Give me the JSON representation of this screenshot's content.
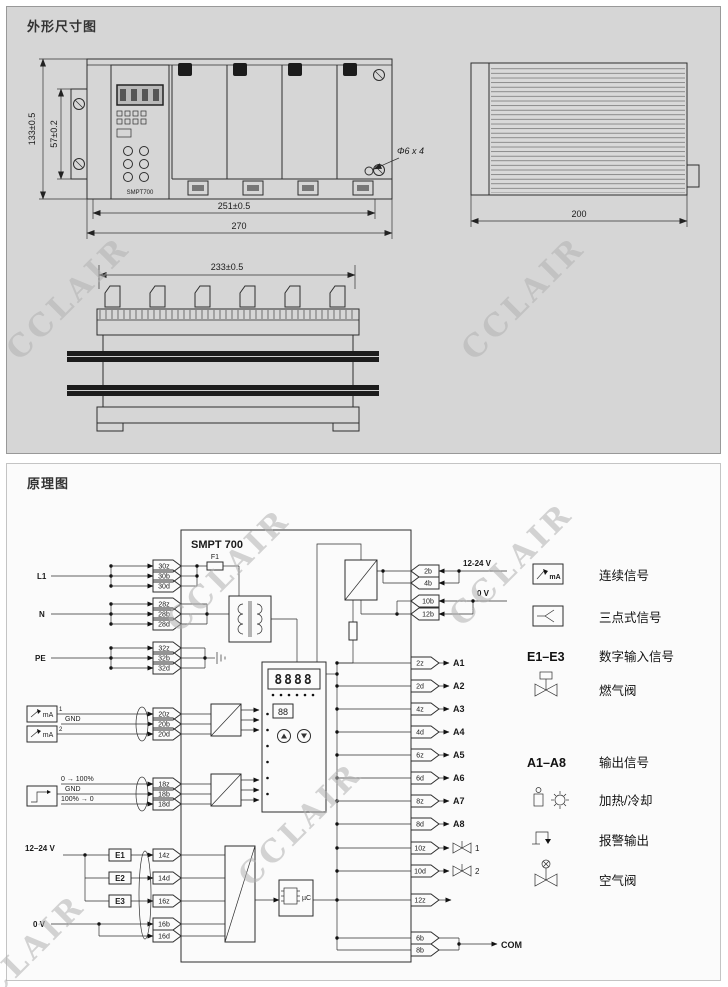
{
  "watermark": "CCLAIR",
  "dim_panel": {
    "title": "外形尺寸图",
    "device_label": "SMPT700",
    "dims": {
      "height": "133±0.5",
      "panel_height": "57±0.2",
      "width_inner": "251±0.5",
      "width_outer": "270",
      "hole_note": "Φ6 x 4",
      "depth": "200",
      "rear_width": "233±0.5"
    }
  },
  "schematic": {
    "title": "原理图",
    "block_title": "SMPT 700",
    "fuse": "F1",
    "labels": {
      "l1": "L1",
      "n": "N",
      "pe": "PE",
      "ma": "mA",
      "ma1_no": "1",
      "ma2_no": "2",
      "gnd1": "GND",
      "gnd2": "GND",
      "range_up": "0 → 100%",
      "range_down": "100% → 0",
      "supply_left": "12–24 V",
      "zero_left": "0 V",
      "e1": "E1",
      "e2": "E2",
      "e3": "E3",
      "supply_right": "12-24 V",
      "zero_right": "0 V",
      "com": "COM",
      "display_main": "8888",
      "display_sub": "88",
      "mcu": "µC"
    },
    "terminals_left": [
      "30z",
      "30b",
      "30d",
      "28z",
      "28b",
      "28d",
      "32z",
      "32b",
      "32d",
      "20z",
      "20b",
      "20d",
      "18z",
      "18b",
      "18d",
      "14z",
      "14d",
      "16z",
      "16b",
      "16d"
    ],
    "terminals_right_top": [
      "2b",
      "4b",
      "10b",
      "12b"
    ],
    "outputs": [
      {
        "t": "2z",
        "label": "A1"
      },
      {
        "t": "2d",
        "label": "A2"
      },
      {
        "t": "4z",
        "label": "A3"
      },
      {
        "t": "4d",
        "label": "A4"
      },
      {
        "t": "6z",
        "label": "A5"
      },
      {
        "t": "6d",
        "label": "A6"
      },
      {
        "t": "8z",
        "label": "A7"
      },
      {
        "t": "8d",
        "label": "A8"
      }
    ],
    "valve_outputs": [
      {
        "t": "10z",
        "no": "1"
      },
      {
        "t": "10d",
        "no": "2"
      }
    ],
    "t12z": "12z",
    "terminals_bottom": [
      "6b",
      "8b"
    ]
  },
  "legend": {
    "rows": [
      {
        "icon": "continuous-signal-icon",
        "symbol": "mA",
        "label": "连续信号"
      },
      {
        "icon": "three-point-signal-icon",
        "label": "三点式信号"
      },
      {
        "prefix": "E1–E3",
        "label": "数字输入信号"
      },
      {
        "icon": "gas-valve-icon",
        "label": "燃气阀"
      },
      {
        "prefix": "A1–A8",
        "label": "输出信号"
      },
      {
        "icon": "heat-cool-icon",
        "label": "加热/冷却"
      },
      {
        "icon": "alarm-output-icon",
        "label": "报警输出"
      },
      {
        "icon": "air-valve-icon",
        "label": "空气阀"
      }
    ]
  }
}
